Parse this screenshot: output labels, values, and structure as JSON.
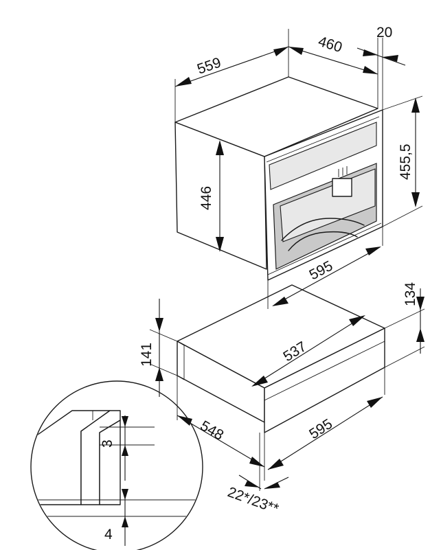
{
  "dimensions": {
    "oven_width_top": "559",
    "oven_depth_top": "460",
    "frame_offset": "20",
    "oven_total_height": "455,5",
    "oven_cavity_height": "446",
    "oven_front_width": "595",
    "drawer_height_right": "134",
    "drawer_height_left": "141",
    "drawer_body_width": "537",
    "drawer_depth": "548",
    "drawer_front_width": "595",
    "drawer_front_thickness": "22*/23**",
    "detail_gap_upper": "3",
    "detail_gap_lower": "4"
  },
  "colors": {
    "line": "#1a1a1a",
    "cavity": "#c9c9c9",
    "background": "#ffffff"
  }
}
